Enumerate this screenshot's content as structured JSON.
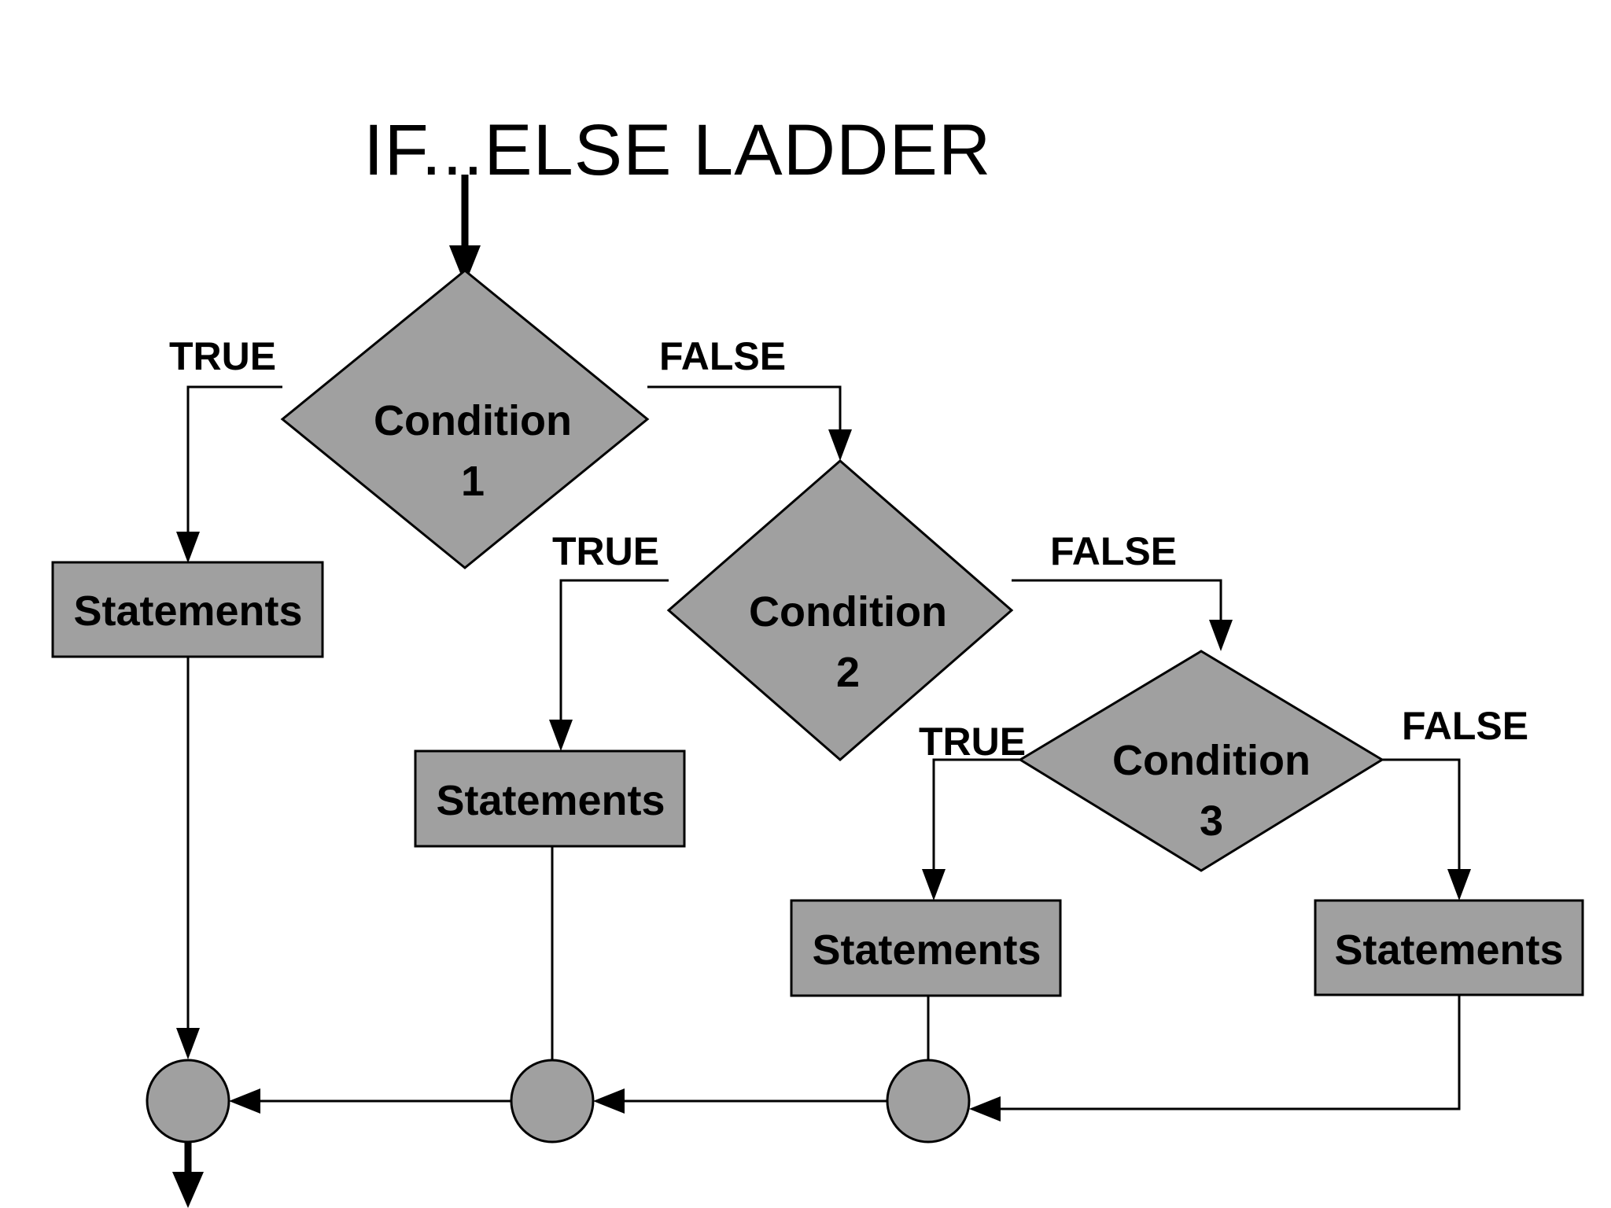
{
  "diagram": {
    "title": "IF...ELSE  LADDER",
    "type": "flowchart",
    "colors": {
      "shape_fill": "#a0a0a0",
      "stroke": "#000000",
      "background": "#ffffff",
      "text": "#000000"
    },
    "decisions": [
      {
        "id": "condition-1",
        "line1": "Condition",
        "line2": "1",
        "true_label": "TRUE",
        "false_label": "FALSE"
      },
      {
        "id": "condition-2",
        "line1": "Condition",
        "line2": "2",
        "true_label": "TRUE",
        "false_label": "FALSE"
      },
      {
        "id": "condition-3",
        "line1": "Condition",
        "line2": "3",
        "true_label": "TRUE",
        "false_label": "FALSE"
      }
    ],
    "processes": [
      {
        "id": "statements-1",
        "label": "Statements"
      },
      {
        "id": "statements-2",
        "label": "Statements"
      },
      {
        "id": "statements-3",
        "label": "Statements"
      },
      {
        "id": "statements-4",
        "label": "Statements"
      }
    ],
    "connectors": [
      {
        "id": "merge-1",
        "label": ""
      },
      {
        "id": "merge-2",
        "label": ""
      },
      {
        "id": "merge-3",
        "label": ""
      }
    ]
  }
}
